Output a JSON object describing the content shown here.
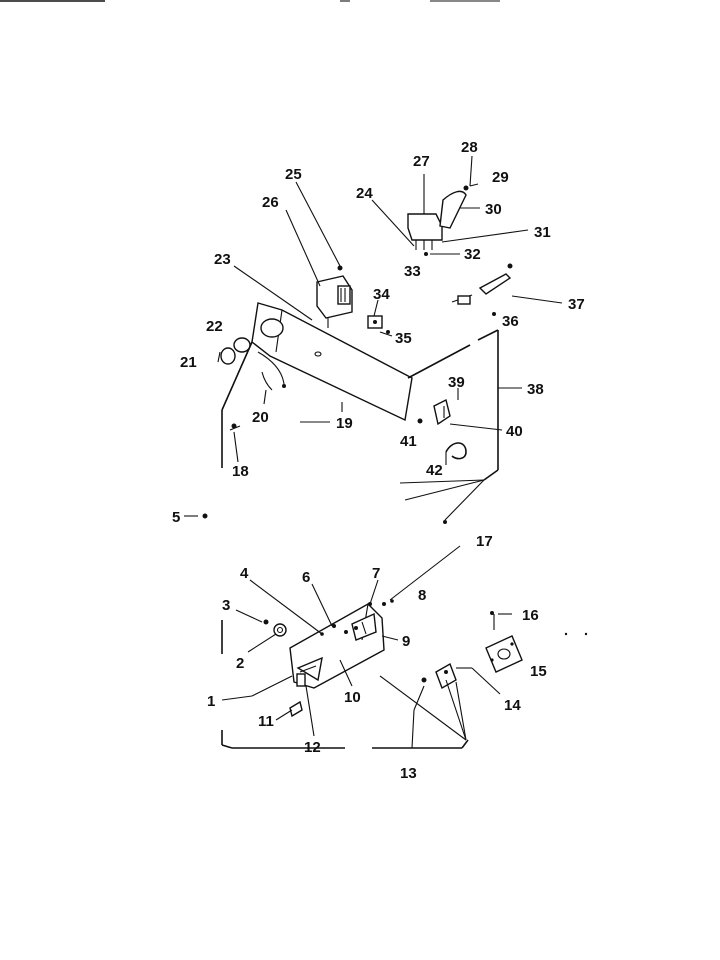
{
  "diagram": {
    "colors": {
      "ink": "#111111",
      "background": "#ffffff"
    },
    "callouts": [
      "1",
      "2",
      "3",
      "4",
      "5",
      "6",
      "7",
      "8",
      "9",
      "10",
      "11",
      "12",
      "13",
      "14",
      "15",
      "16",
      "17",
      "18",
      "19",
      "20",
      "21",
      "22",
      "23",
      "24",
      "25",
      "26",
      "27",
      "28",
      "29",
      "30",
      "31",
      "32",
      "33",
      "34",
      "35",
      "36",
      "37",
      "38",
      "39",
      "40",
      "41",
      "42"
    ]
  }
}
